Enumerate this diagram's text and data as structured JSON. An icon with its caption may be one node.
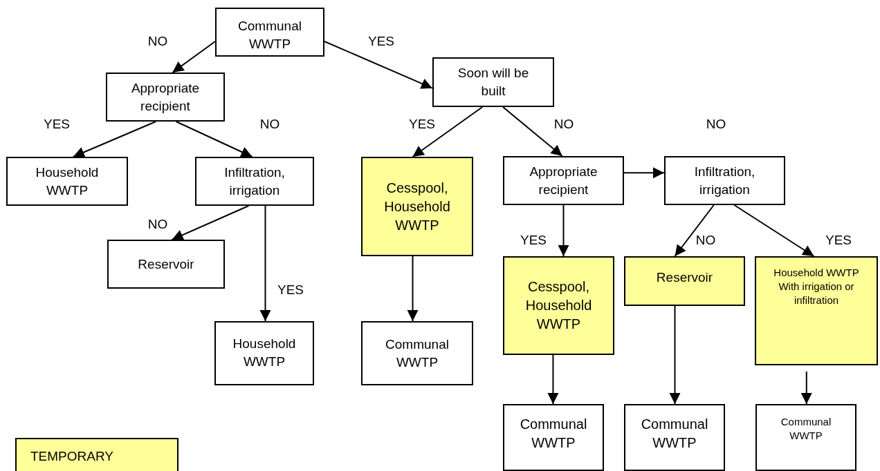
{
  "diagram": {
    "nodes": [
      {
        "text": [
          "Communal WWTP"
        ]
      },
      {
        "text": [
          "Appropriate recipient"
        ]
      },
      {
        "text": [
          "Soon will be built"
        ]
      },
      {
        "text": [
          "Household WWTP"
        ]
      },
      {
        "text": [
          "Infiltration, irrigation"
        ]
      },
      {
        "text": [
          "Cesspool, Household WWTP"
        ]
      },
      {
        "text": [
          "Appropriate recipient"
        ]
      },
      {
        "text": [
          "Infiltration, irrigation"
        ]
      },
      {
        "text": [
          "Reservoir"
        ]
      },
      {
        "text": [
          "Household WWTP"
        ]
      },
      {
        "text": [
          "Communal WWTP"
        ]
      },
      {
        "text": [
          "Cesspool, Household WWTP"
        ]
      },
      {
        "text": [
          "Reservoir"
        ]
      },
      {
        "text": [
          "Household WWTP With irrigation or infiltration"
        ]
      },
      {
        "text": [
          "Communal WWTP"
        ]
      },
      {
        "text": [
          "Communal WWTP"
        ]
      },
      {
        "text": [
          "Communal WWTP"
        ]
      }
    ],
    "edges": [
      {
        "from": 0,
        "to": 1,
        "arrow": "to",
        "label": "NO"
      },
      {
        "from": 0,
        "to": 2,
        "arrow": "to",
        "label": "YES"
      },
      {
        "from": 1,
        "to": 3,
        "arrow": "to",
        "label": "YES"
      },
      {
        "from": 1,
        "to": 4,
        "arrow": "to",
        "label": "NO"
      },
      {
        "from": 2,
        "to": 5,
        "arrow": "to",
        "label": "YES"
      },
      {
        "from": 2,
        "to": 6,
        "arrow": "to",
        "label": "NO"
      },
      {
        "from": 6,
        "to": 7,
        "arrow": "to",
        "label": "NO"
      },
      {
        "from": 4,
        "to": 8,
        "arrow": "to",
        "label": "NO"
      },
      {
        "from": 4,
        "to": 9,
        "arrow": "to",
        "label": "YES"
      },
      {
        "from": 5,
        "to": 10,
        "arrow": "to"
      },
      {
        "from": 6,
        "to": 11,
        "arrow": "to",
        "label": "YES"
      },
      {
        "from": 7,
        "to": 12,
        "arrow": "to",
        "label": "NO"
      },
      {
        "from": 7,
        "to": 13,
        "arrow": "to",
        "label": "YES"
      },
      {
        "from": 11,
        "to": 14,
        "arrow": "to"
      },
      {
        "from": 12,
        "to": 15,
        "arrow": "to"
      },
      {
        "from": 13,
        "to": 16,
        "arrow": "to"
      }
    ],
    "legend": [
      {
        "text": "TEMPORARY",
        "color": "#ffff99"
      }
    ]
  }
}
